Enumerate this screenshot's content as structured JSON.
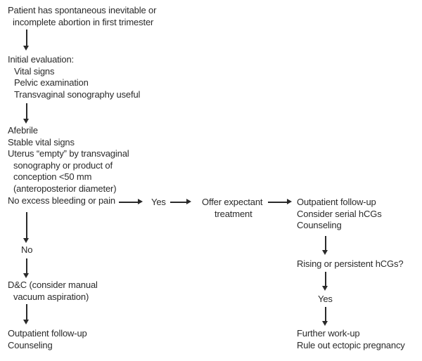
{
  "colors": {
    "text": "#2a2a2a",
    "background": "#ffffff"
  },
  "flowchart": {
    "patient": {
      "lines": [
        "Patient has spontaneous inevitable or",
        "incomplete abortion in first trimester"
      ]
    },
    "initial_evaluation": {
      "lines": [
        "Initial evaluation:",
        "Vital signs",
        "Pelvic examination",
        "Transvaginal sonography useful"
      ]
    },
    "assessment": {
      "lines": [
        "Afebrile",
        "Stable vital signs",
        "Uterus “empty” by transvaginal",
        "sonography or product of",
        "conception <50 mm",
        "(anteroposterior diameter)",
        "No excess bleeding or pain"
      ]
    },
    "yes_label": "Yes",
    "offer_expectant": {
      "lines": [
        "Offer expectant",
        "treatment"
      ]
    },
    "expectant_followup": {
      "lines": [
        "Outpatient follow-up",
        "Consider serial hCGs",
        "Counseling"
      ]
    },
    "rising_question": "Rising or persistent hCGs?",
    "rising_yes_label": "Yes",
    "ectopic_workup": {
      "lines": [
        "Further work-up",
        "Rule out ectopic pregnancy"
      ]
    },
    "no_label": "No",
    "dc_procedure": {
      "lines": [
        "D&C (consider manual",
        "vacuum aspiration)"
      ]
    },
    "dc_followup": {
      "lines": [
        "Outpatient follow-up",
        "Counseling"
      ]
    }
  }
}
